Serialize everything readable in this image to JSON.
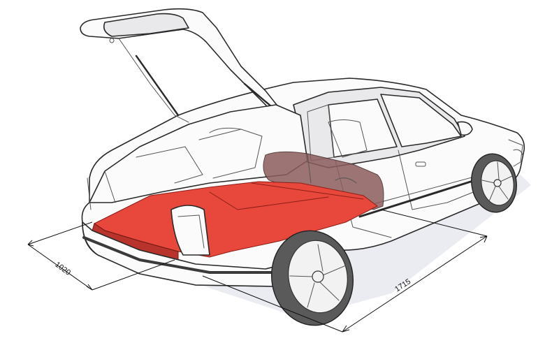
{
  "diagram": {
    "dimensions": [
      {
        "id": "width",
        "label": "1020"
      },
      {
        "id": "length",
        "label": "1715"
      }
    ],
    "colors": {
      "cargo_floor": "#e8473c",
      "folded_seat": "#8c5d5d",
      "outline": "#2a2a2a"
    }
  }
}
